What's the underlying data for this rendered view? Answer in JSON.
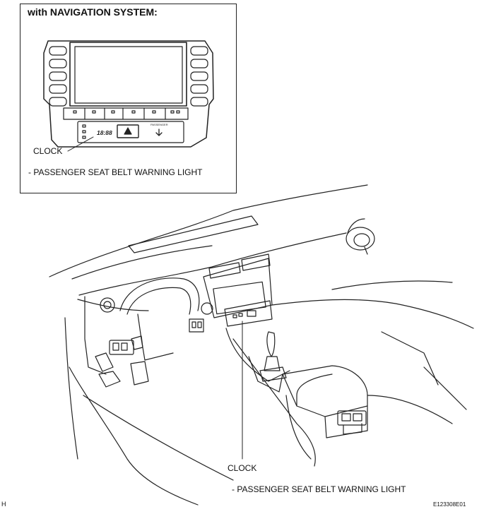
{
  "inset": {
    "title": "with NAVIGATION SYSTEM:",
    "clock_label": "CLOCK",
    "passenger_label": "- PASSENGER SEAT BELT WARNING LIGHT",
    "clock_display": "18:88",
    "passenger_indicator": "PASSENGER"
  },
  "main": {
    "clock_label": "CLOCK",
    "passenger_label": "- PASSENGER SEAT BELT WARNING LIGHT"
  },
  "footer": {
    "page_letter": "H",
    "figure_code": "E123308E01"
  }
}
